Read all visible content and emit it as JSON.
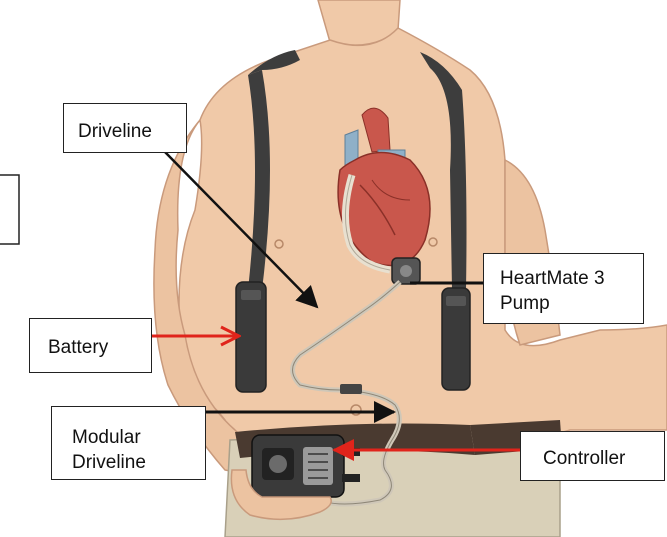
{
  "labels": {
    "driveline": "Driveline",
    "heartmate_line1": "HeartMate 3",
    "heartmate_line2": "Pump",
    "battery": "Battery",
    "modular_line1": "Modular",
    "modular_line2": "Driveline",
    "controller": "Controller"
  },
  "colors": {
    "skin": "#f0c9a8",
    "skin_shadow": "#d9a886",
    "strap": "#3d3d3d",
    "pants": "#d9d0b8",
    "belt": "#4a3a30",
    "heart": "#c9574c",
    "aorta": "#8fb0c8",
    "arrow_black": "#111111",
    "arrow_red": "#e0241b"
  },
  "icons": [
    "heart-icon",
    "pump-icon",
    "controller-device-icon",
    "battery-pack-icon"
  ]
}
